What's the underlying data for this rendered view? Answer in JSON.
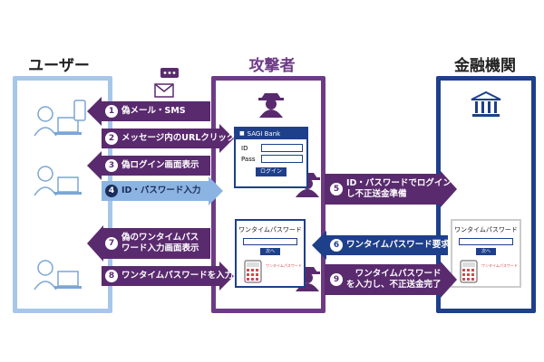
{
  "columns": {
    "user": {
      "title": "ユーザー",
      "color": "#a7c6ea"
    },
    "attacker": {
      "title": "攻撃者",
      "color": "#6e3a86"
    },
    "bank": {
      "title": "金融機関",
      "color": "#1e3f8a"
    }
  },
  "steps": [
    {
      "num": "1",
      "text": "偽メール・SMS"
    },
    {
      "num": "2",
      "text": "メッセージ内のURLクリック"
    },
    {
      "num": "3",
      "text": "偽ログイン画面表示"
    },
    {
      "num": "4",
      "text": "ID・パスワード入力"
    },
    {
      "num": "5",
      "text_line1": "ID・パスワードでログイン",
      "text_line2": "し不正送金準備"
    },
    {
      "num": "6",
      "text": "ワンタイムパスワード要求"
    },
    {
      "num": "7",
      "text_line1": "偽のワンタイムパス",
      "text_line2": "ワード入力画面表示"
    },
    {
      "num": "8",
      "text": "ワンタイムパスワードを入力"
    },
    {
      "num": "9",
      "text_line1": "ワンタイムパスワード",
      "text_line2": "を入力し、不正送金完了"
    }
  ],
  "login_panel": {
    "bank_name": "SAGI Bank",
    "id_label": "ID",
    "pass_label": "Pass",
    "login_button": "ログイン"
  },
  "otp_panel": {
    "title": "ワンタイムパスワード",
    "button": "次へ"
  },
  "bank_otp_panel": {
    "title": "ワンタイムパスワード",
    "button": "次へ"
  },
  "token_label": "ワンタイムパスワード",
  "colors": {
    "arrow_purple": "#5a2a6e",
    "arrow_blue": "#1e3f8a",
    "arrow_light": "#8cb4e3"
  }
}
